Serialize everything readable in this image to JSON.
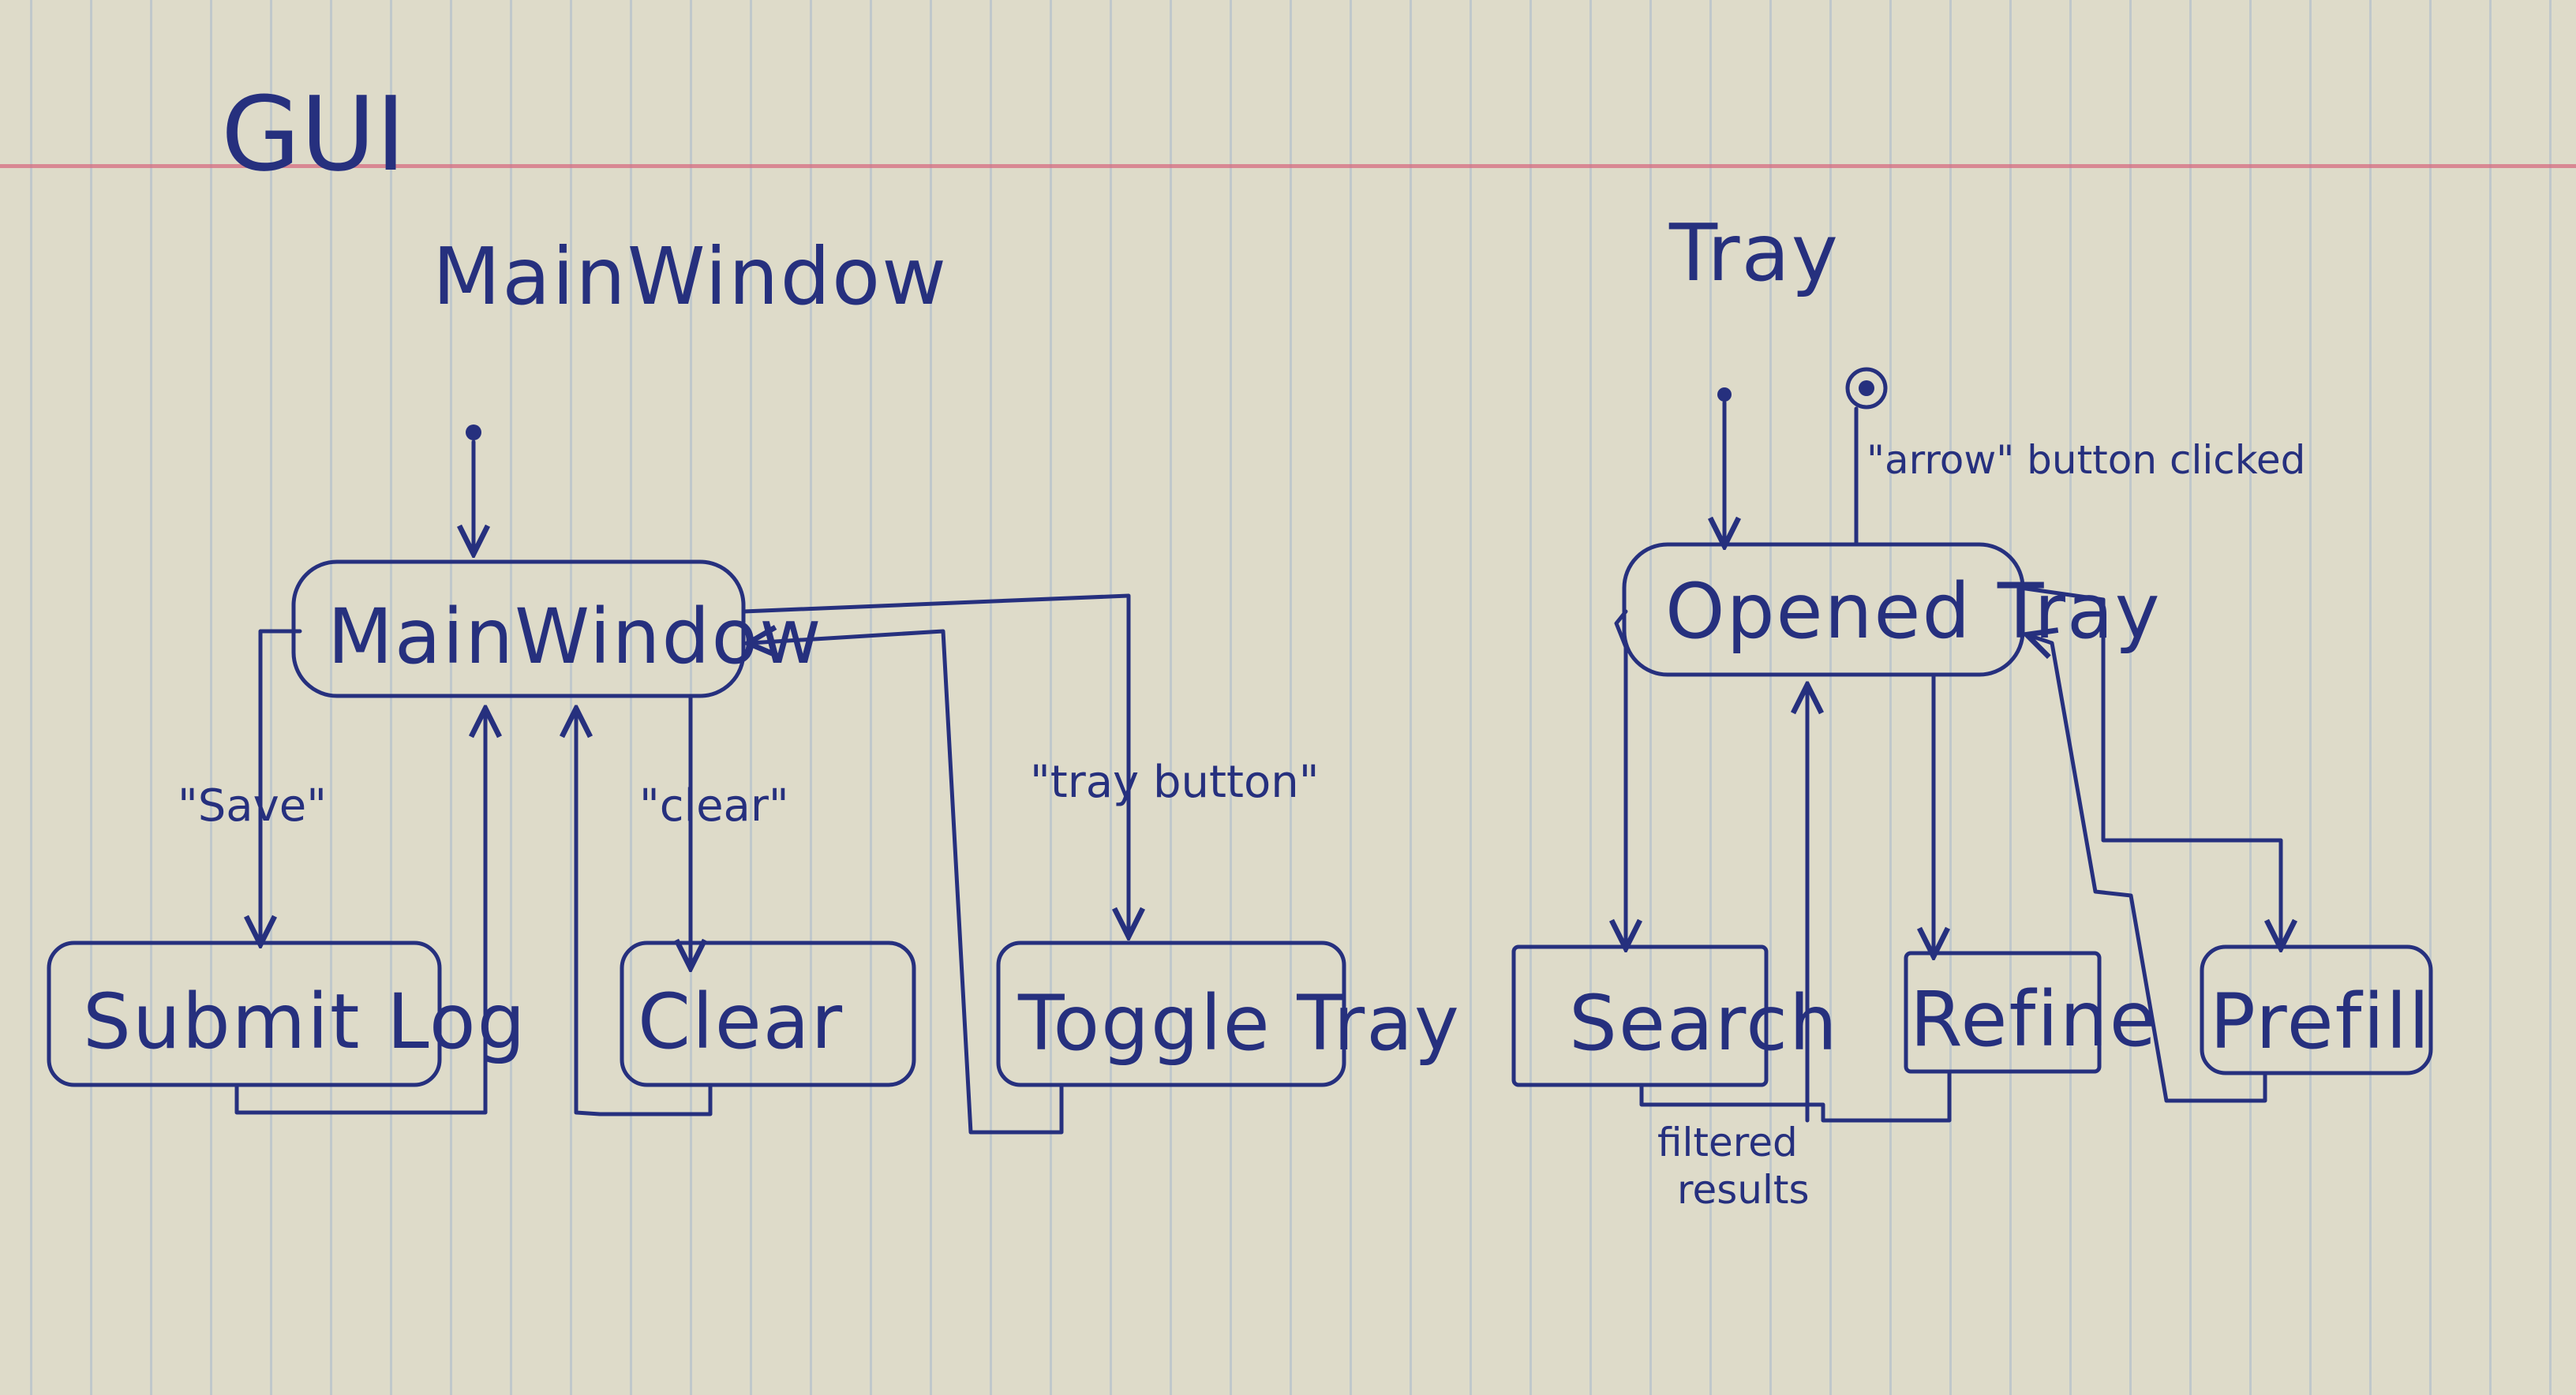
{
  "title": "GUI",
  "sections": {
    "main_window": {
      "heading": "MainWindow"
    },
    "tray": {
      "heading": "Tray"
    }
  },
  "states": {
    "main_window": "MainWindow",
    "submit_log": "Submit Log",
    "clear": "Clear",
    "toggle_tray": "Toggle Tray",
    "opened_tray": "Opened Tray",
    "search": "Search",
    "refine": "Refine",
    "prefill": "Prefill"
  },
  "transitions": {
    "save": "\"Save\"",
    "clear": "\"clear\"",
    "tray_button": "\"tray button\"",
    "arrow_button": "\"arrow\" button clicked",
    "filtered_line1": "filtered",
    "filtered_line2": "results"
  },
  "colors": {
    "ink": "#26307e",
    "paper": "#dedbc9",
    "rule_line": "#96afcd",
    "margin_line": "#d66c80"
  }
}
